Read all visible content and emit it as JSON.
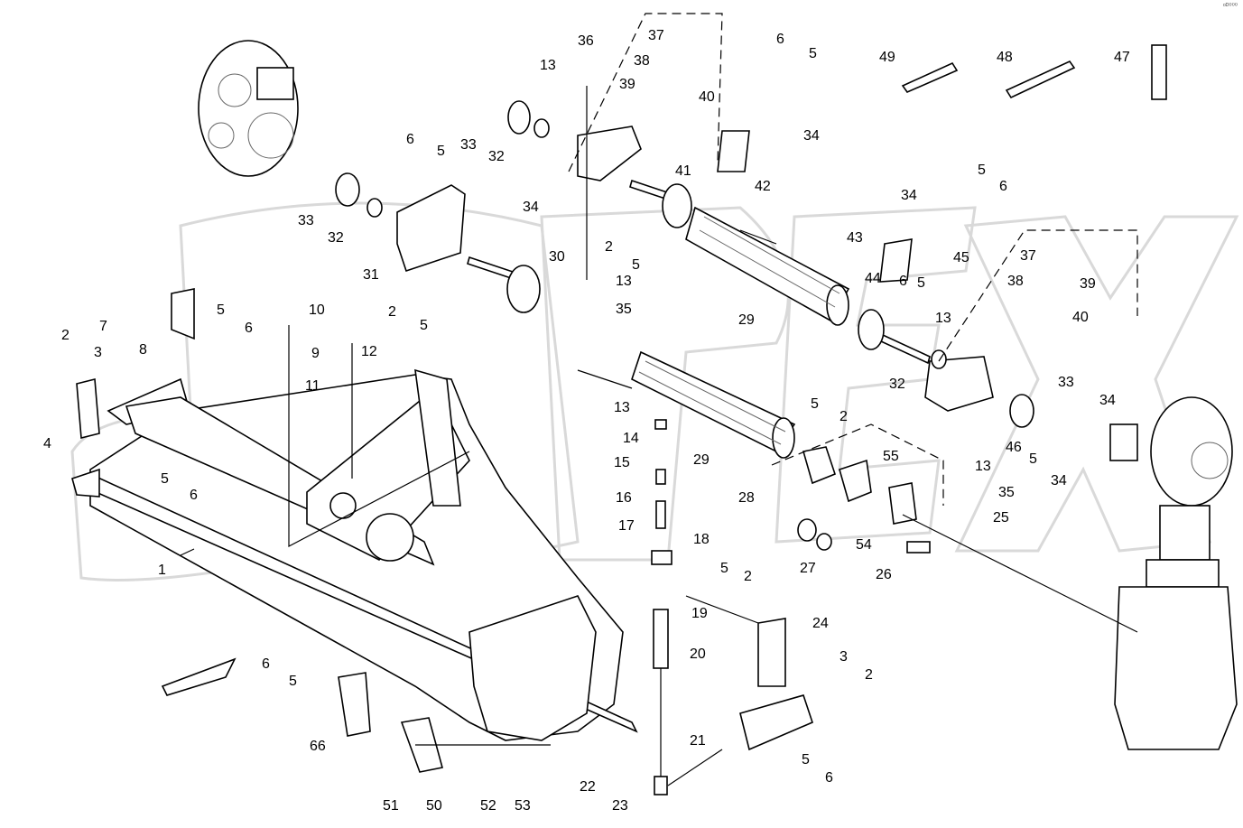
{
  "page_id": "ᵒᴰ⁰⁰⁰",
  "watermark_text": "OPEX",
  "callouts": [
    "1",
    "2",
    "3",
    "4",
    "5",
    "6",
    "7",
    "8",
    "9",
    "10",
    "11",
    "12",
    "13",
    "14",
    "15",
    "16",
    "17",
    "18",
    "19",
    "20",
    "21",
    "22",
    "23",
    "24",
    "25",
    "26",
    "27",
    "28",
    "29",
    "30",
    "31",
    "32",
    "33",
    "34",
    "35",
    "36",
    "37",
    "38",
    "39",
    "40",
    "41",
    "42",
    "43",
    "44",
    "45",
    "46",
    "47",
    "48",
    "49",
    "50",
    "51",
    "52",
    "53",
    "54",
    "55",
    "66"
  ]
}
